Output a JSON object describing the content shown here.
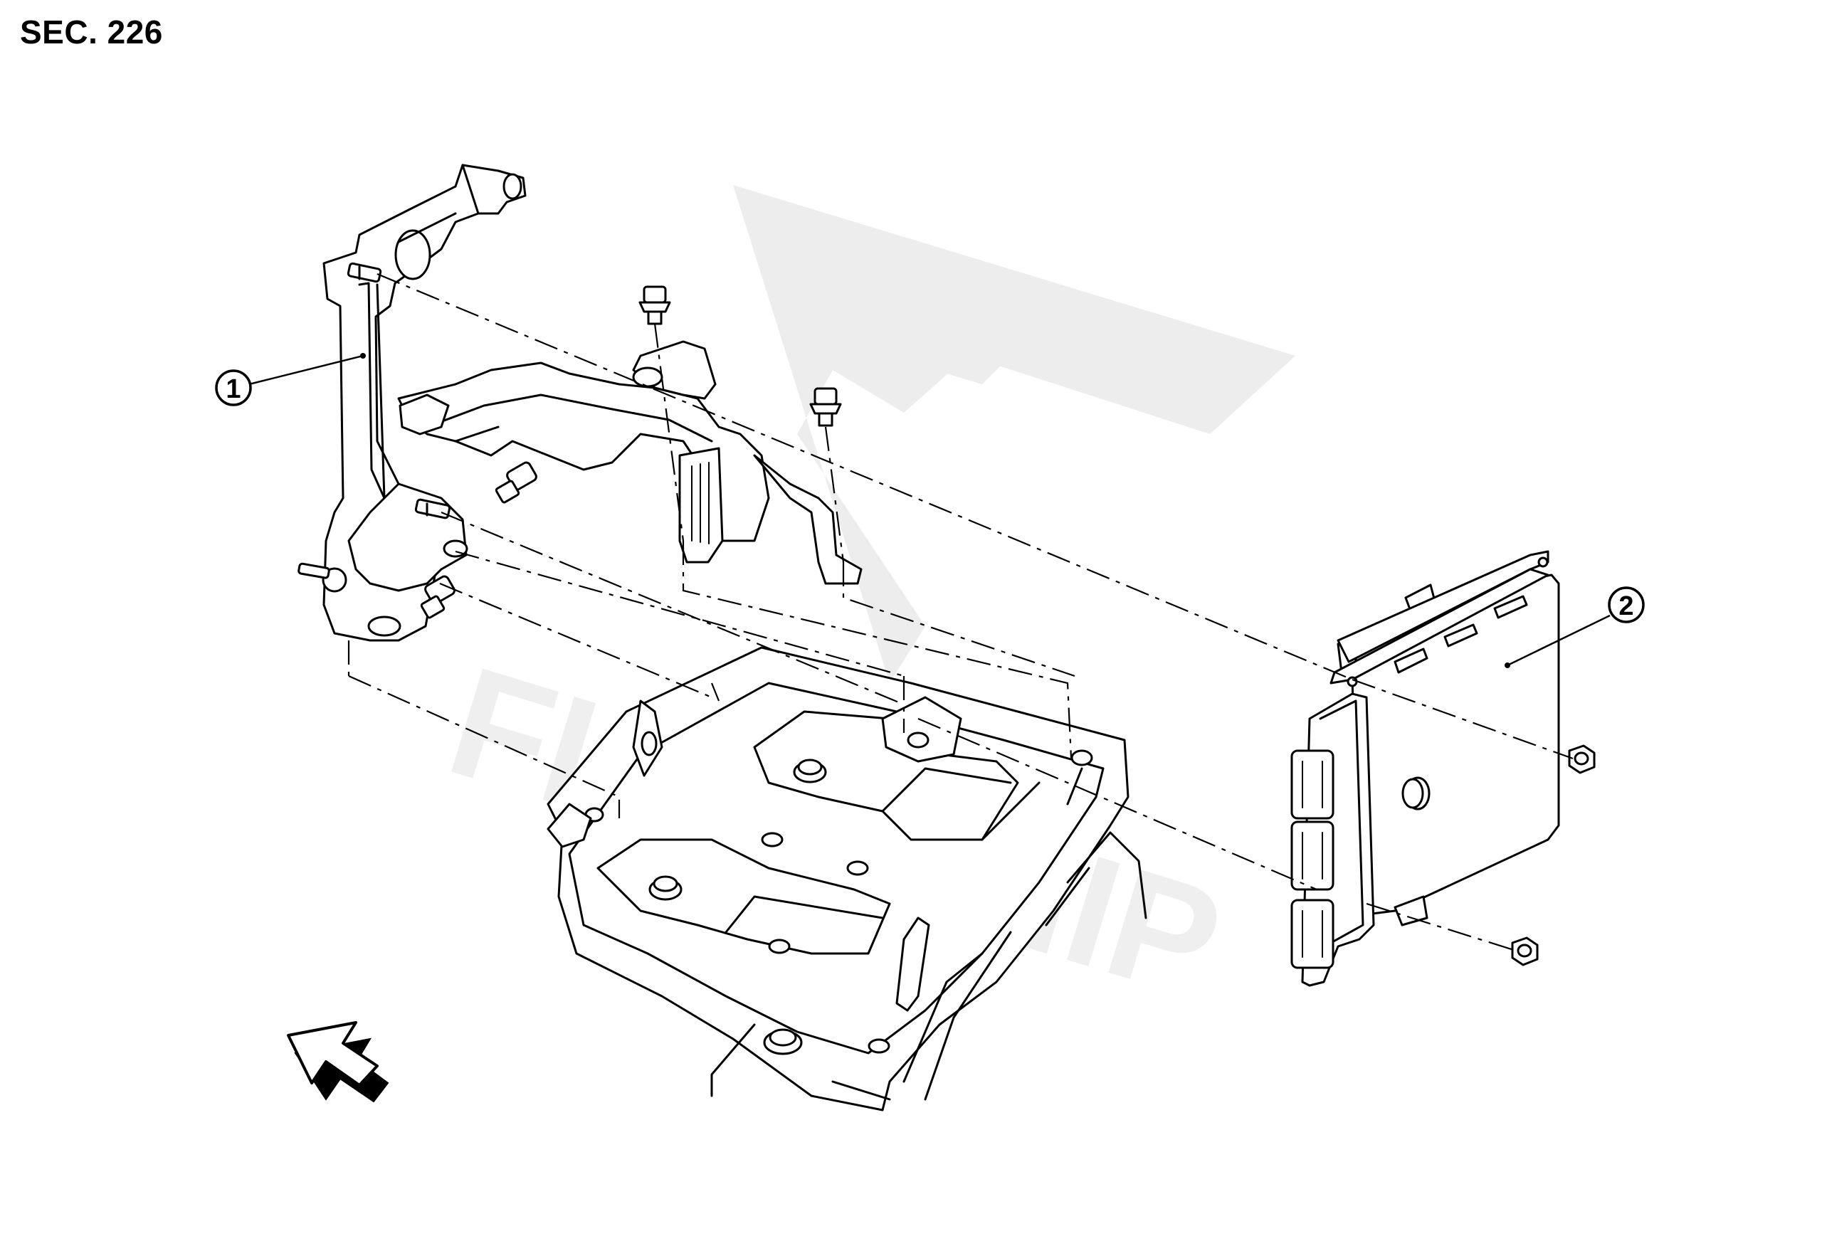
{
  "section": {
    "title": "SEC. 226"
  },
  "callouts": [
    {
      "id": "1",
      "label": "1"
    },
    {
      "id": "2",
      "label": "2"
    }
  ],
  "icons": {
    "front_direction": "front-arrow-icon",
    "watermark": "flagship-watermark"
  },
  "watermark_text": "FLAGSHIP",
  "colors": {
    "ink": "#000000",
    "paper": "#ffffff",
    "watermark": "#ededed"
  }
}
